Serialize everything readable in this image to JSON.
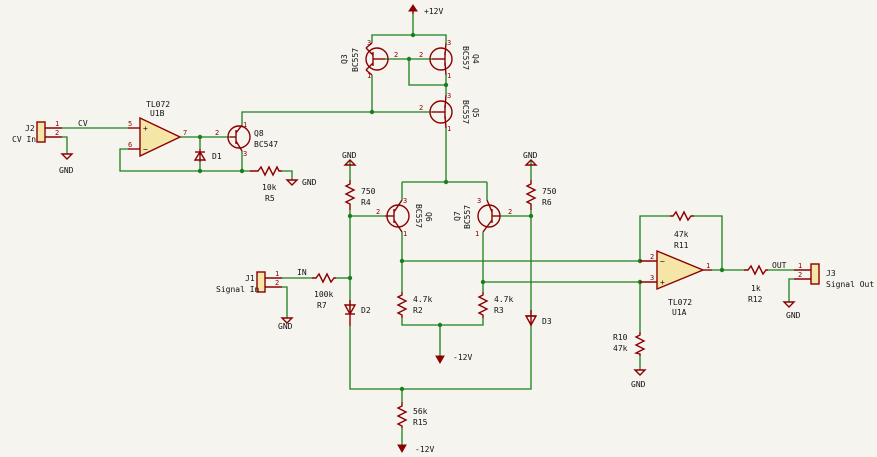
{
  "power": {
    "vcc": "+12V",
    "vee1": "-12V",
    "vee2": "-12V",
    "gnd_j2": "GND",
    "gnd_r5": "GND",
    "gnd_r4": "GND",
    "gnd_r6": "GND",
    "gnd_j1": "GND",
    "gnd_j3": "GND",
    "gnd_r10": "GND"
  },
  "nets": {
    "cv": "CV",
    "in": "IN",
    "out": "OUT"
  },
  "connectors": {
    "j2": {
      "ref": "J2",
      "value": "CV In",
      "pin1": "1",
      "pin2": "2"
    },
    "j1": {
      "ref": "J1",
      "value": "Signal In",
      "pin1": "1",
      "pin2": "2"
    },
    "j3": {
      "ref": "J3",
      "value": "Signal Out",
      "pin1": "1",
      "pin2": "2"
    }
  },
  "opamps": {
    "u1b": {
      "value": "TL072",
      "ref": "U1B",
      "pin_plus": "5",
      "pin_minus": "6",
      "pin_out": "7"
    },
    "u1a": {
      "value": "TL072",
      "ref": "U1A",
      "pin_plus": "3",
      "pin_minus": "2",
      "pin_out": "1"
    }
  },
  "transistors": {
    "q3": {
      "ref": "Q3",
      "value": "BC557"
    },
    "q4": {
      "ref": "Q4",
      "value": "BC557"
    },
    "q5": {
      "ref": "Q5",
      "value": "BC557"
    },
    "q6": {
      "ref": "Q6",
      "value": "BC557"
    },
    "q7": {
      "ref": "Q7",
      "value": "BC557"
    },
    "q8": {
      "ref": "Q8",
      "value": "BC547"
    }
  },
  "pins": {
    "b": "2",
    "c": "1",
    "e": "3"
  },
  "resistors": {
    "r4": {
      "ref": "R4",
      "value": "750"
    },
    "r6": {
      "ref": "R6",
      "value": "750"
    },
    "r5": {
      "ref": "R5",
      "value": "10k"
    },
    "r7": {
      "ref": "R7",
      "value": "100k"
    },
    "r2": {
      "ref": "R2",
      "value": "4.7k"
    },
    "r3": {
      "ref": "R3",
      "value": "4.7k"
    },
    "r11": {
      "ref": "R11",
      "value": "47k"
    },
    "r12": {
      "ref": "R12",
      "value": "1k"
    },
    "r10": {
      "ref": "R10",
      "value": "47k"
    },
    "r15": {
      "ref": "R15",
      "value": "56k"
    }
  },
  "diodes": {
    "d1": "D1",
    "d2": "D2",
    "d3": "D3"
  }
}
